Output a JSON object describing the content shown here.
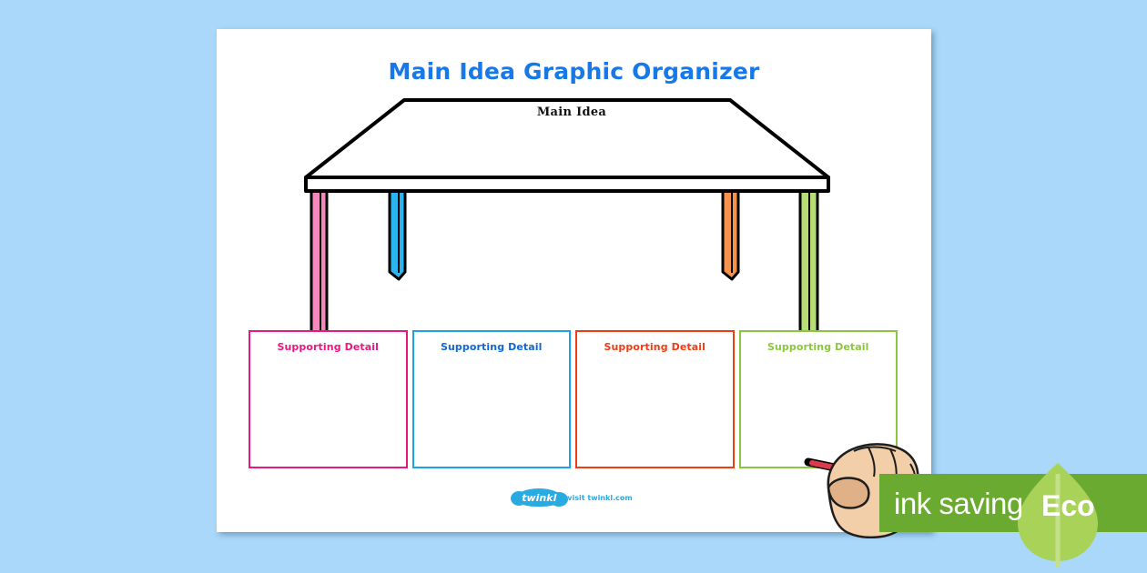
{
  "page": {
    "background_color": "#a9d8fa",
    "sheet_background": "#ffffff"
  },
  "worksheet": {
    "title": "Main Idea Graphic Organizer",
    "title_color": "#1779e8",
    "main_idea_label": "Main Idea",
    "main_idea_label_color": "#111111"
  },
  "table_graphic": {
    "name": "main-idea-table",
    "legs": [
      {
        "name": "front-left-leg",
        "color": "#f589bd",
        "position": "front-left"
      },
      {
        "name": "back-left-leg",
        "color": "#2ab4f0",
        "position": "back-left"
      },
      {
        "name": "back-right-leg",
        "color": "#f5924e",
        "position": "back-right"
      },
      {
        "name": "front-right-leg",
        "color": "#b6de74",
        "position": "front-right"
      }
    ],
    "top_fill": "#ffffff",
    "outline_color": "#000000"
  },
  "detail_boxes": [
    {
      "label": "Supporting Detail",
      "border_color": "#e8187f",
      "text_color": "#e8187f"
    },
    {
      "label": "Supporting Detail",
      "border_color": "#1aa3e8",
      "text_color": "#1068d8"
    },
    {
      "label": "Supporting Detail",
      "border_color": "#f03b13",
      "text_color": "#f03b13"
    },
    {
      "label": "Supporting Detail",
      "border_color": "#8cc63f",
      "text_color": "#8cc63f"
    }
  ],
  "footer": {
    "logo_word": "twinkl",
    "visit_text": "visit twinkl.com",
    "brand_color": "#29abe2"
  },
  "eco_badge": {
    "ink_saving_text": "ink saving",
    "eco_text": "Eco",
    "banner_color": "#6aaa30",
    "leaf_color": "#a9d259",
    "text_color": "#ffffff"
  },
  "hand_graphic": {
    "name": "hand-holding-pen",
    "skin_color": "#f2cfa8",
    "pen_color": "#d93a4e"
  }
}
